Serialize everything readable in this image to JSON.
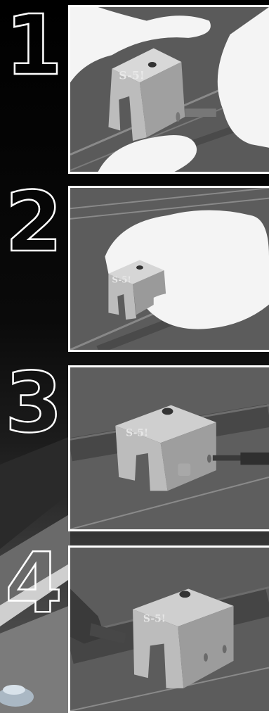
{
  "steps": [
    {
      "number": "1",
      "logo": "S-5!"
    },
    {
      "number": "2",
      "logo": "S-5!"
    },
    {
      "number": "3",
      "logo": "S-5!"
    },
    {
      "number": "4",
      "logo": "S-5!"
    }
  ],
  "colors": {
    "background": "#000000",
    "panel_border": "#ffffff",
    "roof": "#5c5c5c",
    "clamp": "#bcbcbc",
    "glove": "#f4f4f4"
  }
}
